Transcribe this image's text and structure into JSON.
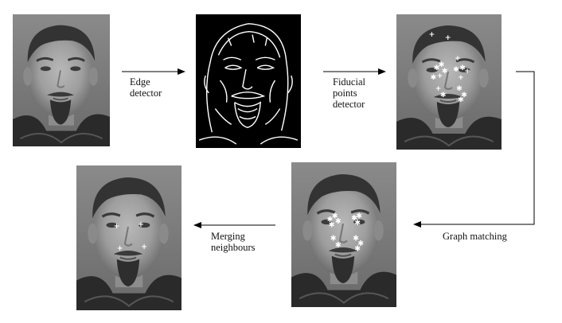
{
  "steps": [
    {
      "id": "edge",
      "label_lines": [
        "Edge",
        "detector"
      ]
    },
    {
      "id": "fiducial",
      "label_lines": [
        "Fiducial",
        "points",
        "detector"
      ]
    },
    {
      "id": "graph",
      "label_lines": [
        "Graph matching"
      ]
    },
    {
      "id": "merge",
      "label_lines": [
        "Merging",
        "neighbours"
      ]
    }
  ],
  "colors": {
    "arrow": "#000000",
    "photo_bg": "#7a7a7a",
    "edge_bg": "#000000",
    "marker": "#ffffff"
  },
  "icons": {
    "input_face": "face-photo",
    "edge_map": "edge-map",
    "fiducial_points": "face-photo-with-points",
    "graph_matched": "face-photo-with-clusters",
    "final": "face-photo-with-four-points"
  }
}
